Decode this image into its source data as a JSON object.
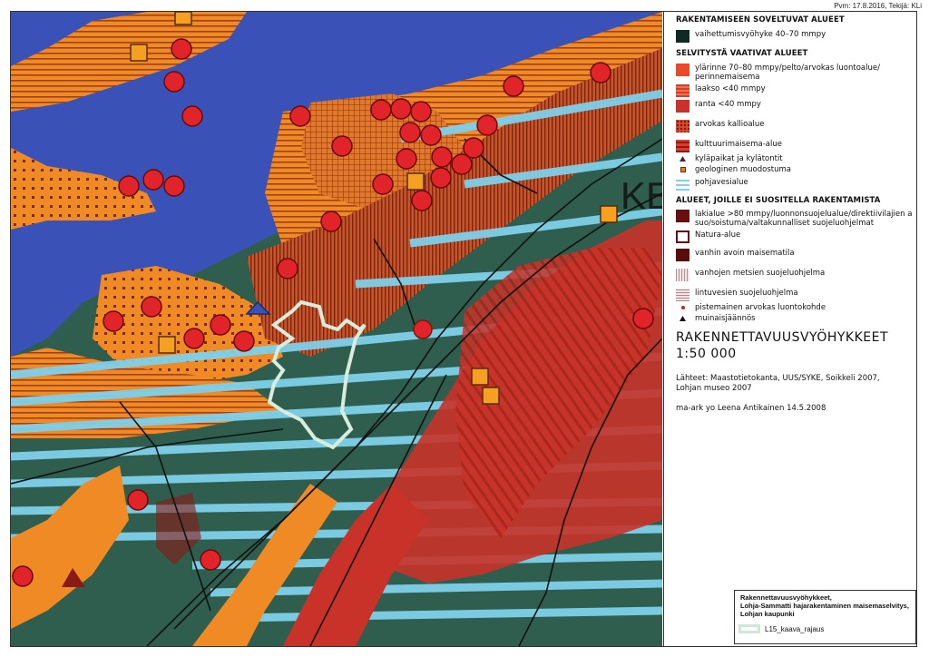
{
  "header": {
    "meta": "Pvm: 17.8.2016, Tekijä: KLi"
  },
  "map": {
    "partial_label": "KE",
    "colors": {
      "water": "#3a52b8",
      "green_zone": "#2f5e4e",
      "orange": "#f08a24",
      "red_zone": "#c83228",
      "dark_red": "#8a1a14",
      "groundwater": "#7fd0ea",
      "boundary": "#d8ecdd",
      "road": "#111111",
      "point_red": "#e0242a"
    }
  },
  "legend": {
    "section1": "RAKENTAMISEEN SOVELTUVAT ALUEET",
    "item_vaihettumis": "vaihettumisvyöhyke 40–70 mmpy",
    "section2": "SELVITYSTÄ VAATIVAT ALUEET",
    "item_ylarinne_1": "ylärinne 70–80 mmpy/pelto/arvokas luontoalue/",
    "item_ylarinne_2": "perinnemaisema",
    "item_laakso": "laakso <40 mmpy",
    "item_ranta": "ranta <40 mmpy",
    "item_kallio": "arvokas kallioalue",
    "item_kulttuuri": "kulttuurimaisema-alue",
    "item_kyla": "kyläpaikat ja kylätontit",
    "item_geolog": "geologinen muodostuma",
    "item_pohjavesi": "pohjavesialue",
    "section3": "ALUEET, JOILLE EI SUOSITELLA RAKENTAMISTA",
    "item_laki_1": "lakialue >80 mmpy/luonnonsuojelualue/direktiivilajien a",
    "item_laki_2": "suo/soistuma/valtakunnalliset suojeluohjelmat",
    "item_natura": "Natura-alue",
    "item_vanhin": "vanhin avoin maisematila",
    "item_metsat": "vanhojen metsien suojeluohjelma",
    "item_lintuvesi": "lintuvesien suojeluohjelma",
    "item_pistemainen": "pistemainen arvokas luontokohde",
    "item_muinais": "muinaisjäännös",
    "title": "RAKENNETTAVUUSVYÖHYKKEET",
    "scale": "1:50 000",
    "source_1": "Lähteet: Maastotietokanta, UUS/SYKE, Soikkeli 2007,",
    "source_2": "Lohjan museo 2007",
    "credit": "ma-ark yo Leena Antikainen 14.5.2008"
  },
  "inset": {
    "title_1": "Rakennettavuusvyöhykkeet,",
    "title_2": "Lohja-Sammatti hajarakentaminen maisemaselvitys,",
    "title_3": "Lohjan kaupunki",
    "boundary_label": "L15_kaava_rajaus"
  }
}
